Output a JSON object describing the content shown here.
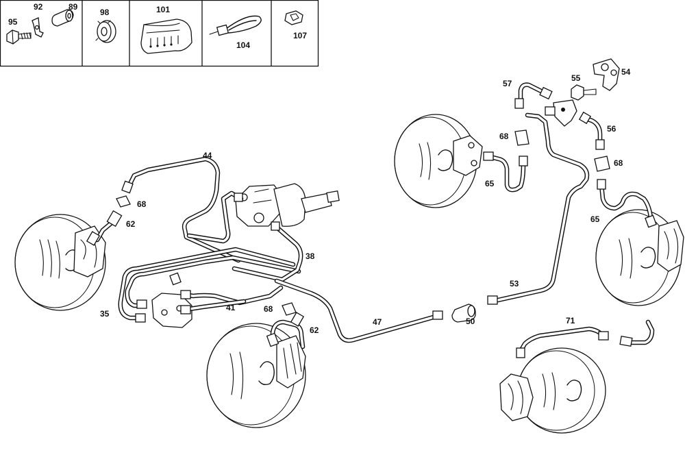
{
  "legend_parts": [
    "95",
    "92",
    "89",
    "98",
    "101",
    "104",
    "107"
  ],
  "callouts": {
    "p44": "44",
    "p68a": "68",
    "p62a": "62",
    "p35": "35",
    "p38": "38",
    "p41": "41",
    "p68b": "68",
    "p62b": "62",
    "p47": "47",
    "p50": "50",
    "p53": "53",
    "p57": "57",
    "p55": "55",
    "p54": "54",
    "p68c": "68",
    "p56": "56",
    "p68d": "68",
    "p65a": "65",
    "p65b": "65",
    "p71": "71"
  }
}
